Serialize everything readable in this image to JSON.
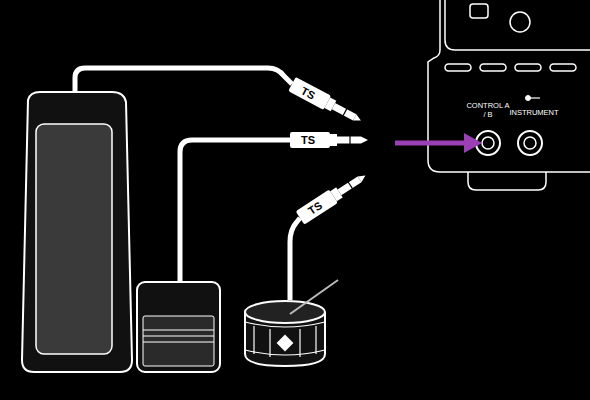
{
  "diagram": {
    "labels": [
      "TS",
      "TS",
      "TS",
      "CONTROL A / B",
      "INSTRUMENT"
    ]
  }
}
